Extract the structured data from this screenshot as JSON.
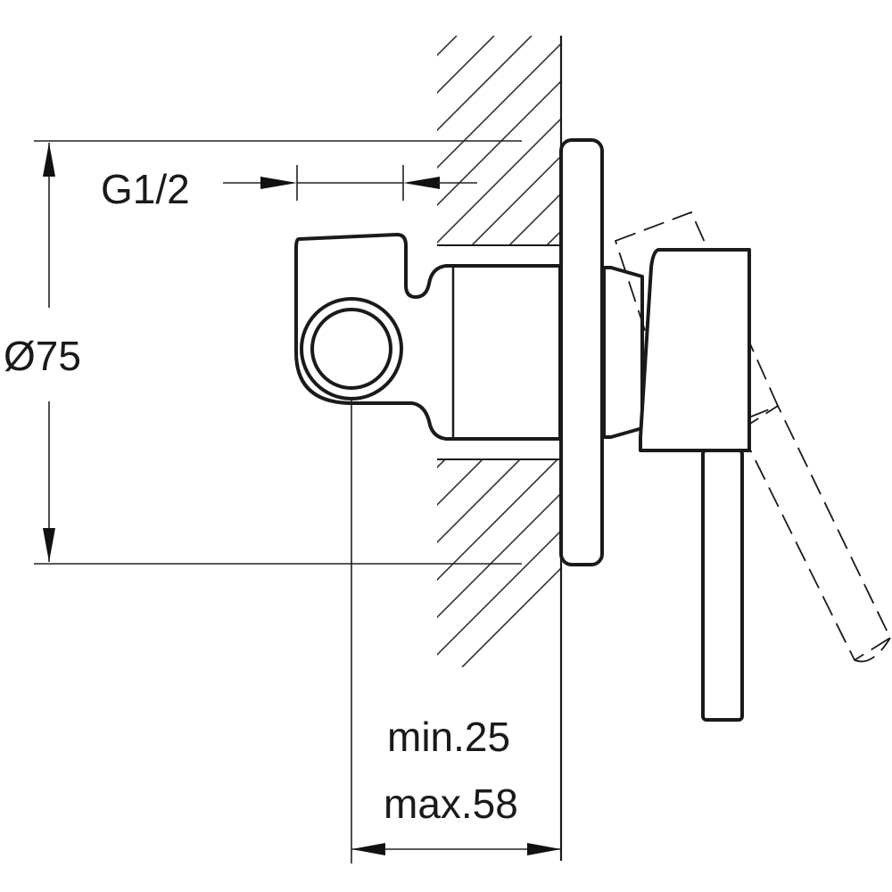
{
  "labels": {
    "thread": "G1/2",
    "diameter": "Ø75",
    "depth_min": "min.25",
    "depth_max": "max.58"
  }
}
